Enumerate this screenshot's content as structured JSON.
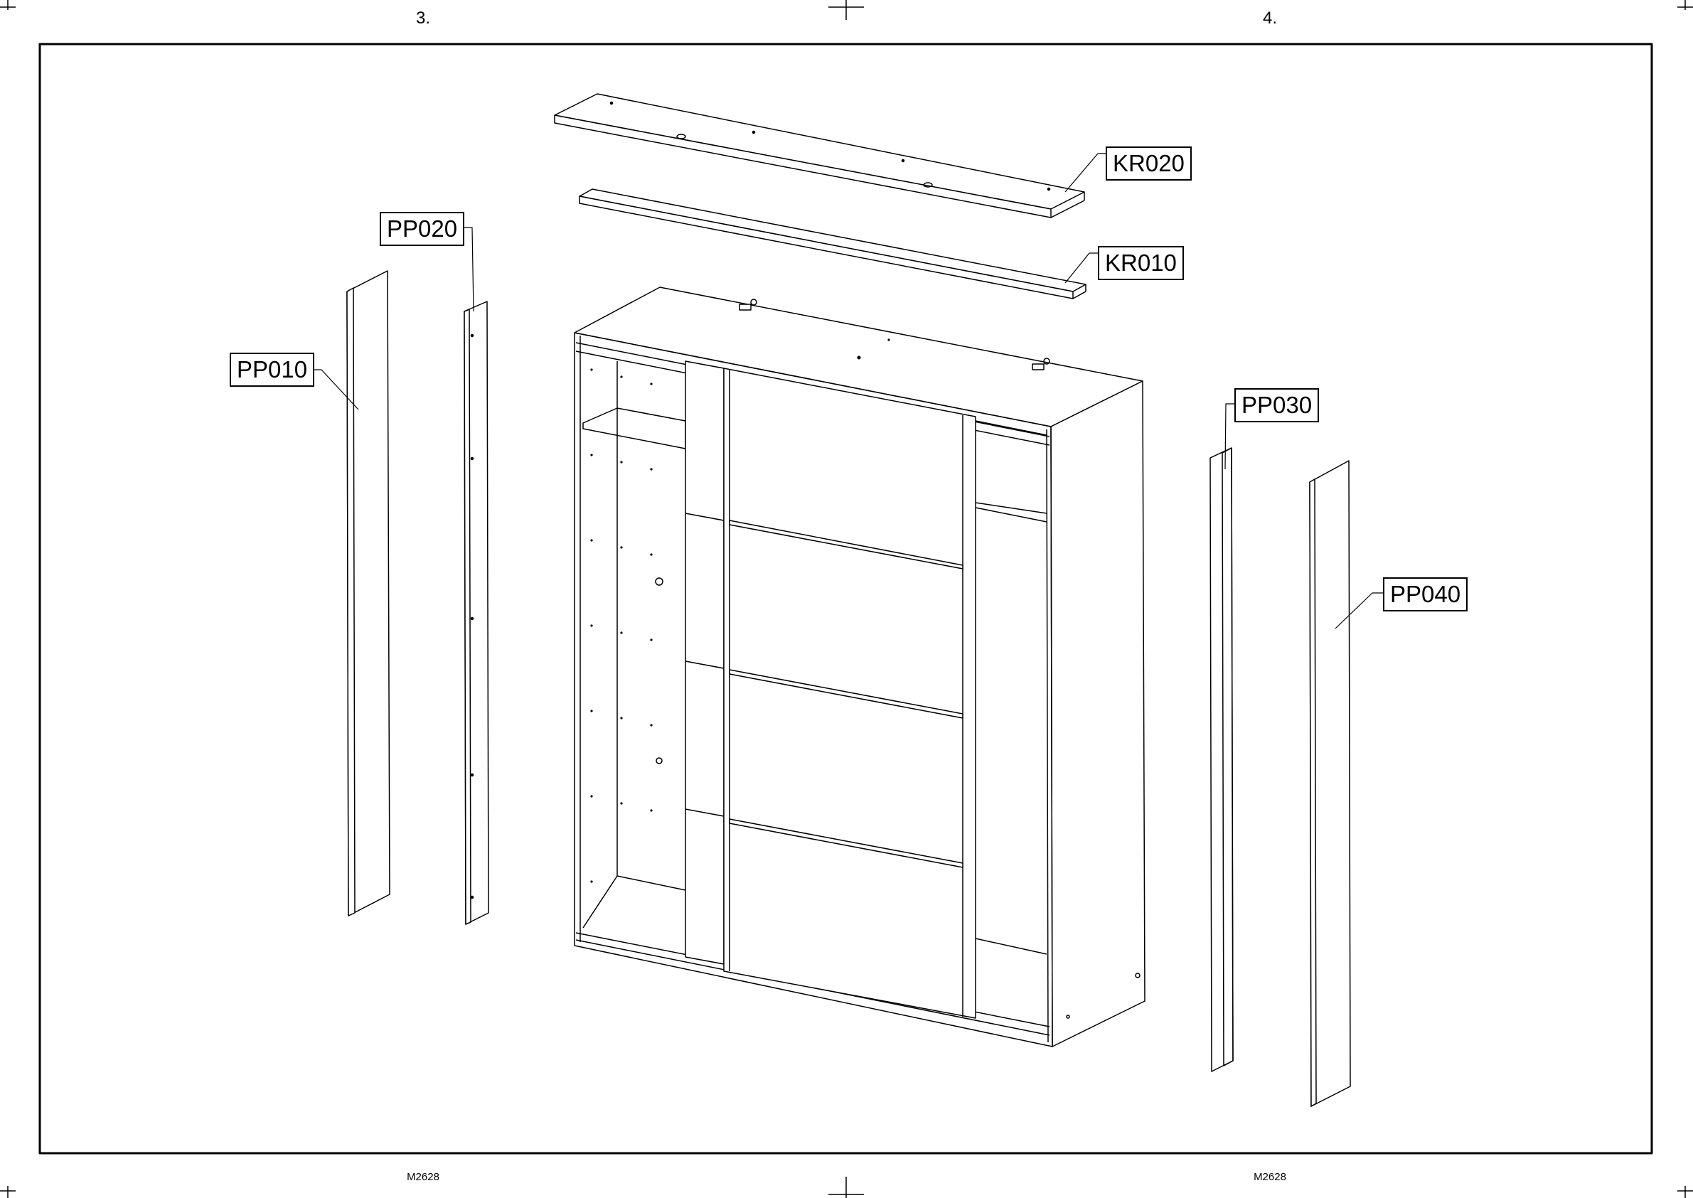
{
  "page_numbers": {
    "left": "3.",
    "right": "4."
  },
  "footer": {
    "left_code": "M2628",
    "right_code": "M2628"
  },
  "parts": [
    {
      "id": "kr020",
      "label": "KR020"
    },
    {
      "id": "kr010",
      "label": "KR010"
    },
    {
      "id": "pp020",
      "label": "PP020"
    },
    {
      "id": "pp010",
      "label": "PP010"
    },
    {
      "id": "pp030",
      "label": "PP030"
    },
    {
      "id": "pp040",
      "label": "PP040"
    }
  ]
}
